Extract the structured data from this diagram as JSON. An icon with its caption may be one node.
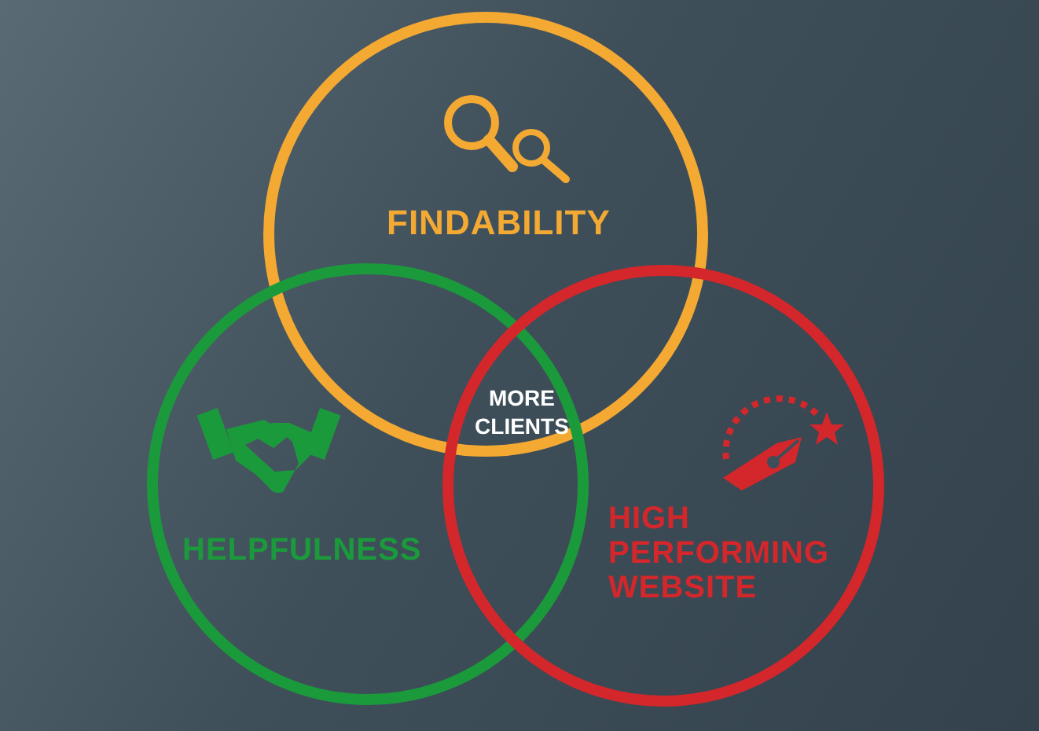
{
  "diagram": {
    "nodes": [
      {
        "text": [
          "FINDABILITY"
        ]
      },
      {
        "text": [
          "HELPFULNESS"
        ]
      },
      {
        "text": [
          "HIGH PERFORMING WEBSITE"
        ]
      }
    ],
    "labels": [
      "MORE CLIENTS"
    ]
  }
}
